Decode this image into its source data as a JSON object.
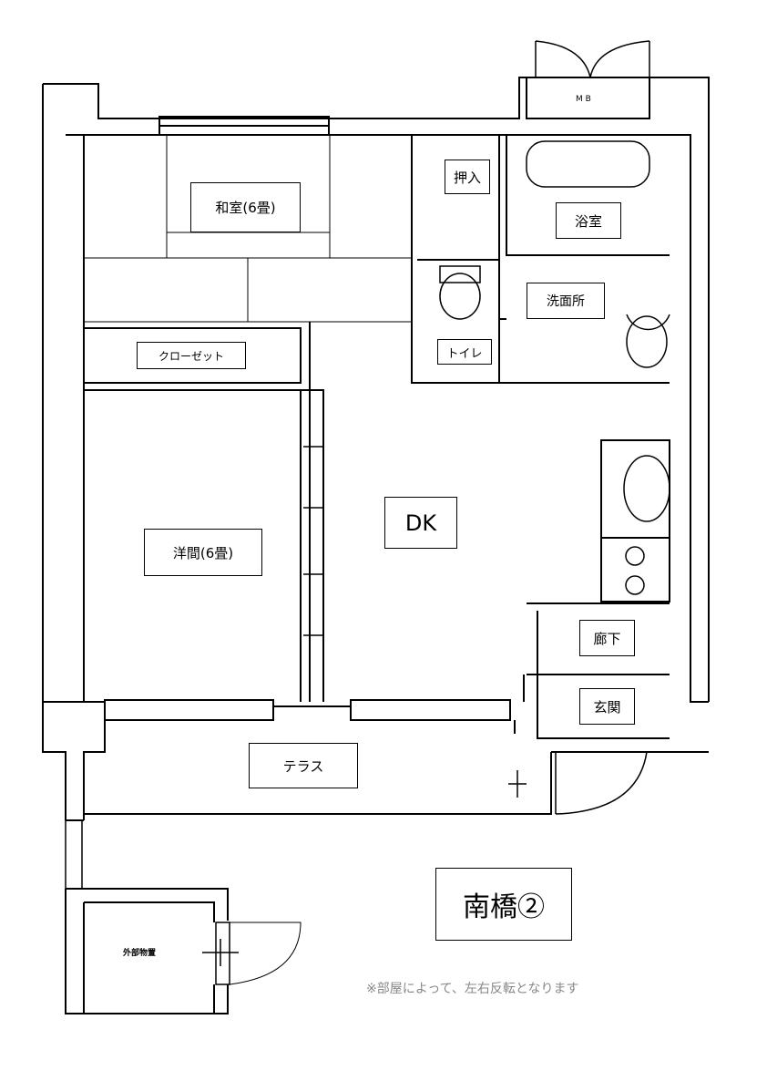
{
  "rooms": {
    "washitsu": "和室(6畳)",
    "oshiire": "押入",
    "yokushitsu": "浴室",
    "senmenjo": "洗面所",
    "toilet": "トイレ",
    "closet": "クローゼット",
    "dk": "DK",
    "yoma": "洋間(6畳)",
    "roka": "廊下",
    "genkan": "玄関",
    "terrace": "テラス",
    "storage": "外部物置",
    "mb": "M B"
  },
  "title": "南橋②",
  "note": "※部屋によって、左右反転となります"
}
